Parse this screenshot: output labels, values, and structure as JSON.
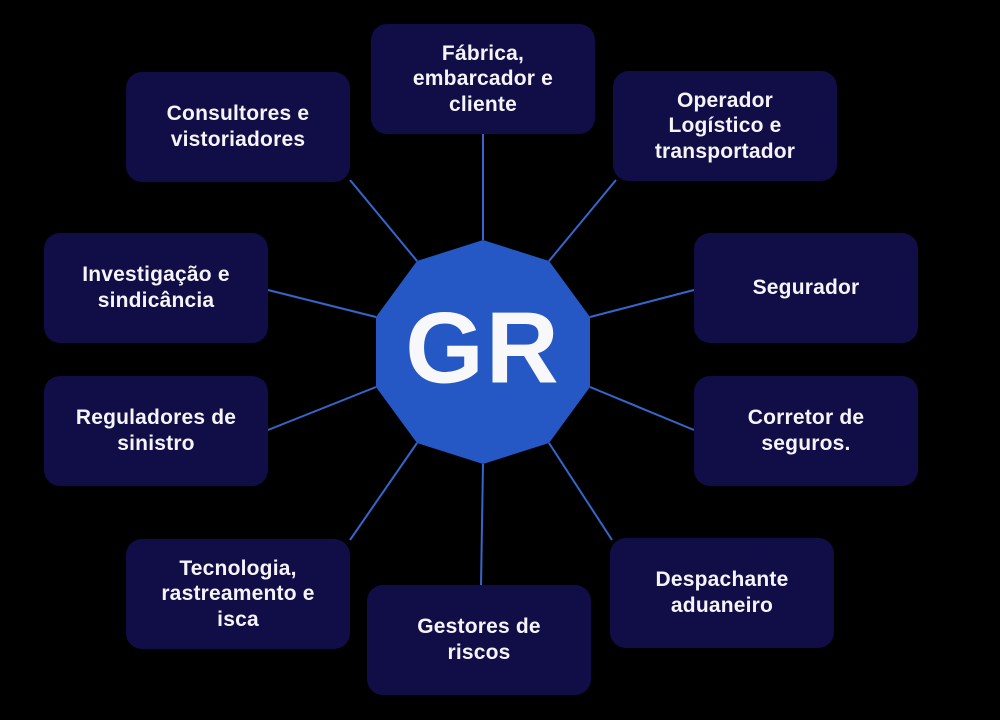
{
  "diagram": {
    "hub_label": "GR",
    "nodes": [
      {
        "id": "fabrica-embarcador-cliente",
        "label": "Fábrica,\nembarcador e\ncliente"
      },
      {
        "id": "consultores-vistoriadores",
        "label": "Consultores e\nvistoriadores"
      },
      {
        "id": "operador-logistico-transportador",
        "label": "Operador\nLogístico e\ntransportador"
      },
      {
        "id": "investigacao-sindicancia",
        "label": "Investigação e\nsindicância"
      },
      {
        "id": "segurador",
        "label": "Segurador"
      },
      {
        "id": "reguladores-sinistro",
        "label": "Reguladores de\nsinistro"
      },
      {
        "id": "corretor-seguros",
        "label": "Corretor de\nseguros."
      },
      {
        "id": "tecnologia-rastreamento-isca",
        "label": "Tecnologia,\nrastreamento e\nisca"
      },
      {
        "id": "gestores-riscos",
        "label": "Gestores de\nriscos"
      },
      {
        "id": "despachante-aduaneiro",
        "label": "Despachante\naduaneiro"
      }
    ]
  },
  "colors": {
    "background": "#000000",
    "node_fill": "#110d46",
    "node_text": "#f5f4f8",
    "hub_fill": "#2558c5",
    "hub_text": "#f8f8fa",
    "connector": "#3567cb"
  }
}
